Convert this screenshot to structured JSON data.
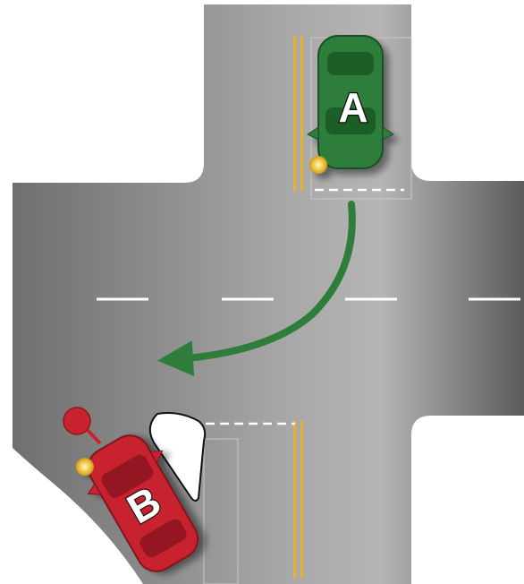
{
  "diagram": {
    "vehicles": [
      {
        "id": "car-a",
        "label": "A",
        "color": "#2e7d3a",
        "signal": "turn-signal-left"
      },
      {
        "id": "car-b",
        "label": "B",
        "color": "#c8222f",
        "signal": "turn-signal-left"
      }
    ],
    "path_color": "#2e7d3a",
    "road_color": "#8f8f8f",
    "center_line_color": "#e8b12a",
    "sign_color": "#c8222f",
    "island_color": "#ffffff"
  }
}
